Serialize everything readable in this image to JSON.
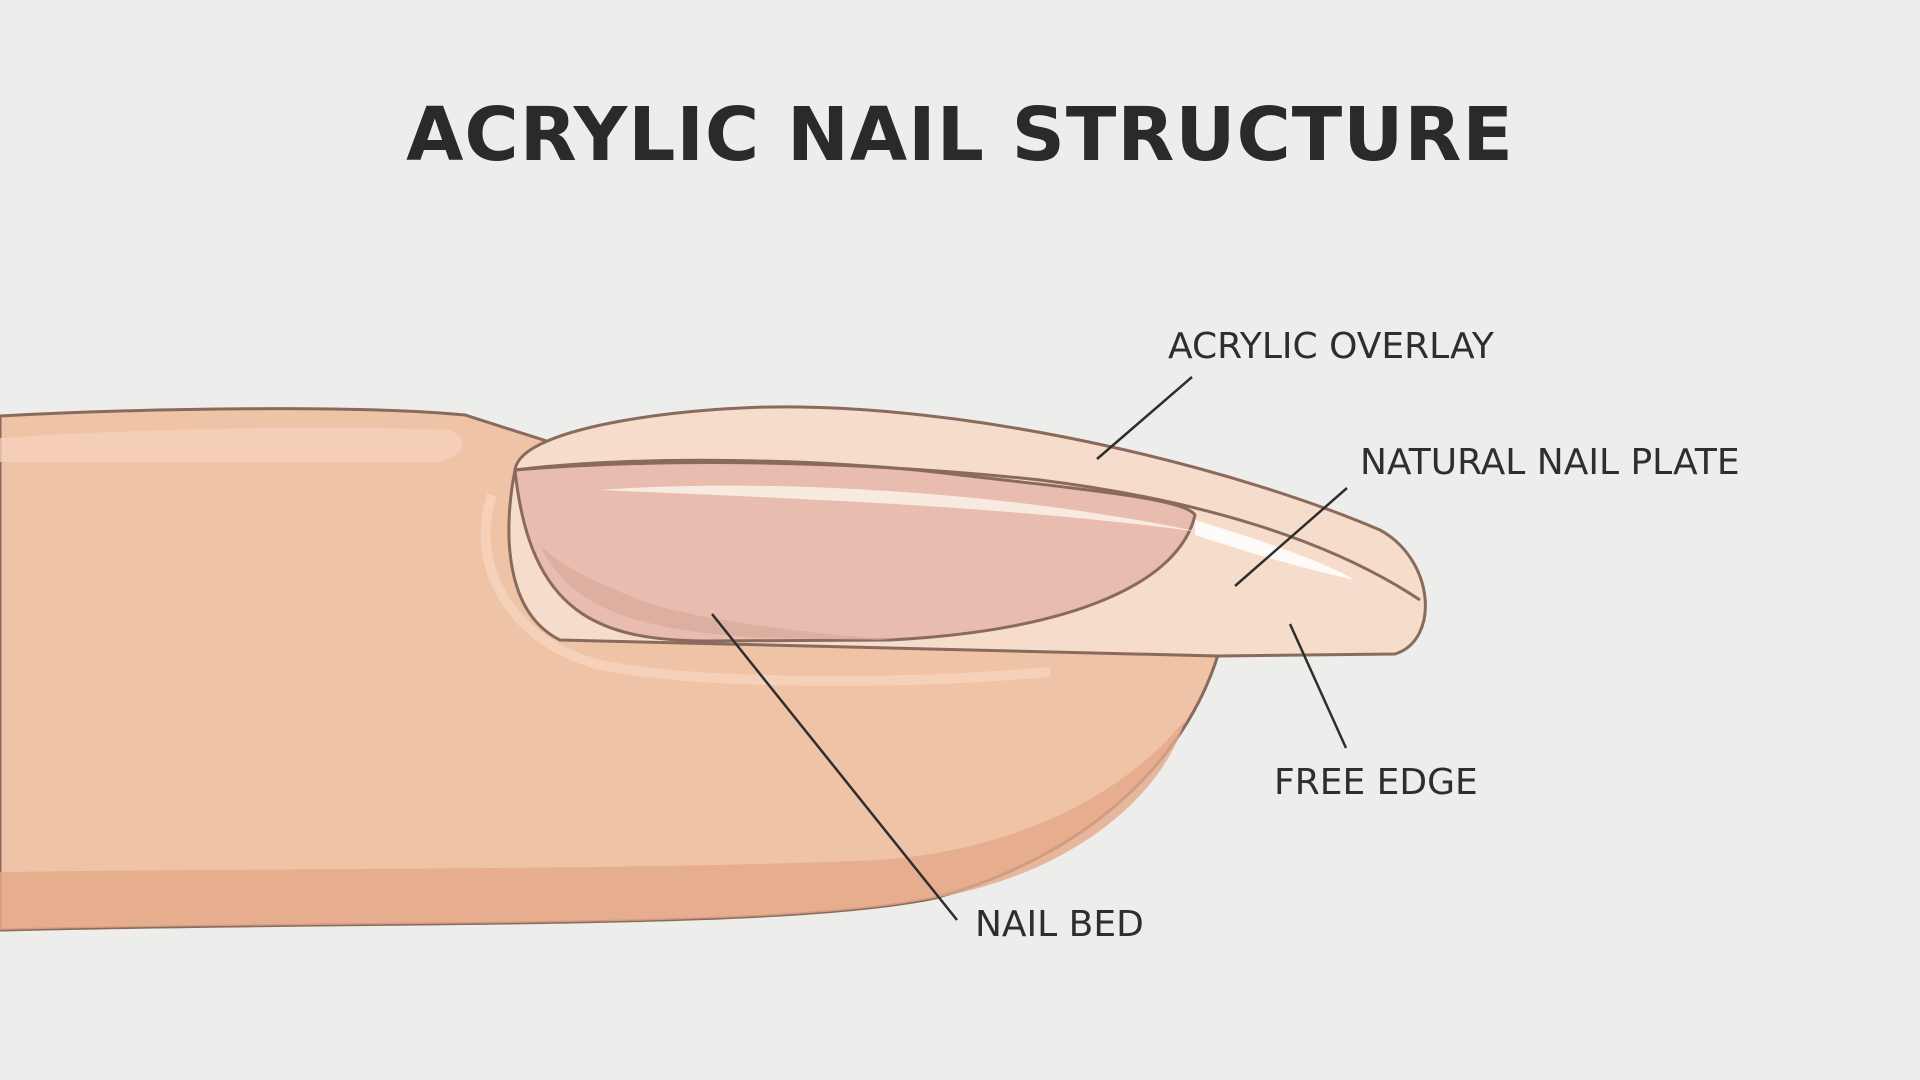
{
  "title": "ACRYLIC NAIL STRUCTURE",
  "labels": {
    "acrylic_overlay": "ACRYLIC OVERLAY",
    "natural_nail_plate": "NATURAL NAIL PLATE",
    "free_edge": "FREE EDGE",
    "nail_bed": "NAIL BED"
  },
  "colors": {
    "background": "#ededec",
    "skin": "#efc3a6",
    "skin_shadow": "#e3a98a",
    "outline": "#8a6a5c",
    "overlay": "#f5dccb",
    "nail_bed": "#e8bdb0",
    "leader_line": "#2f2e2c"
  }
}
